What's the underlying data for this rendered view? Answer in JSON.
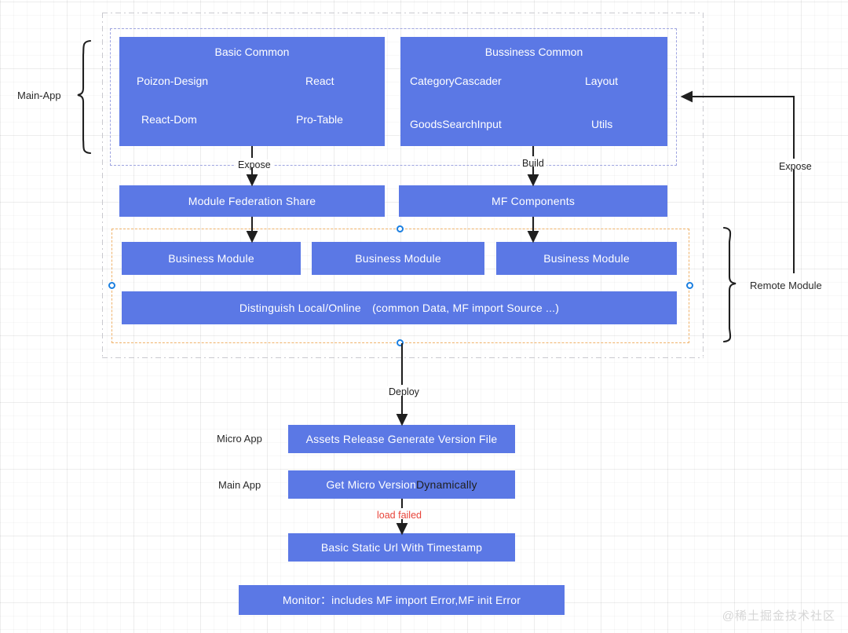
{
  "diagram": {
    "title": "Module Federation Micro Frontend Architecture",
    "colors": {
      "box_blue": "#5b78e5",
      "dash_gray": "#c9c9cf",
      "dash_violet": "#9ea4e0",
      "dash_orange": "#f0b26a",
      "handle_blue": "#1b7fe0",
      "error_red": "#e8443a",
      "text_white": "#ffffff"
    },
    "braces": {
      "main_app": "Main-App",
      "remote_module": "Remote  Module"
    },
    "panels": [
      {
        "id": "basic-common",
        "title": "Basic Common",
        "items": [
          "Poizon-Design",
          "React",
          "React-Dom",
          "Pro-Table"
        ]
      },
      {
        "id": "bussiness-common",
        "title": "Bussiness Common",
        "items": [
          "CategoryCascader",
          "Layout",
          "GoodsSearchInput",
          "Utils"
        ]
      }
    ],
    "share_boxes": [
      {
        "id": "mf-share",
        "label": "Module Federation Share"
      },
      {
        "id": "mf-components",
        "label": "MF Components"
      }
    ],
    "business_modules": [
      {
        "label": "Business Module"
      },
      {
        "label": "Business Module"
      },
      {
        "label": "Business Module"
      }
    ],
    "distinguish_box": {
      "label": "Distinguish Local/Online　(common Data, MF import Source ...)"
    },
    "edge_labels": {
      "expose_left": "Expose",
      "build": "Build",
      "expose_right": "Expose",
      "deploy": "Deploy",
      "load_failed": "load failed"
    },
    "deploy_flow": {
      "row_labels": [
        "Micro App",
        "Main App"
      ],
      "boxes": [
        {
          "id": "assets-release",
          "label": "Assets Release Generate Version File"
        },
        {
          "id": "get-micro-version",
          "label_plain": "Get Micro Version ",
          "label_emph": "Dynamically"
        },
        {
          "id": "basic-static-url",
          "label": "Basic Static Url With Timestamp"
        }
      ]
    },
    "monitor_box": {
      "label": "Monitor：includes MF import Error,MF init Error"
    },
    "watermark": "@稀土掘金技术社区"
  }
}
